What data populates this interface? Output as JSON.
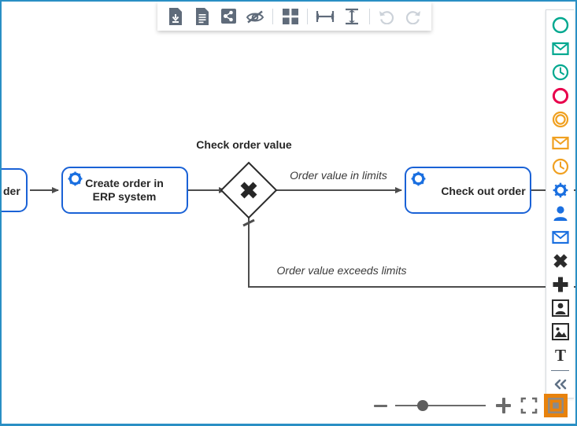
{
  "app": {
    "accent_border_color": "#2a8fc4",
    "canvas_background": "#ffffff"
  },
  "toolbar": {
    "buttons": [
      {
        "name": "download-file-icon",
        "title": "Download diagram"
      },
      {
        "name": "document-icon",
        "title": "New / file"
      },
      {
        "name": "share-icon",
        "title": "Share"
      },
      {
        "name": "eye-off-icon",
        "title": "Hide details"
      },
      {
        "name": "grid-icon",
        "title": "Toggle grid"
      },
      {
        "name": "distribute-horizontal-icon",
        "title": "Distribute horizontally"
      },
      {
        "name": "align-vertical-icon",
        "title": "Align vertically"
      },
      {
        "name": "undo-icon",
        "title": "Undo",
        "disabled": true
      },
      {
        "name": "redo-icon",
        "title": "Redo",
        "disabled": true
      }
    ]
  },
  "diagram": {
    "type": "bpmn",
    "elements": [
      {
        "kind": "service-task",
        "name": "task-incoming-partial",
        "label": "der",
        "clipped": true
      },
      {
        "kind": "service-task",
        "name": "task-create-order",
        "label_line1": "Create order in",
        "label_line2": "ERP system"
      },
      {
        "kind": "exclusive-gateway",
        "name": "gateway-check-order-value",
        "label": "Check order value"
      },
      {
        "kind": "service-task",
        "name": "task-check-out-order",
        "label": "Check out order"
      }
    ],
    "flows": [
      {
        "name": "flow-order-value-in-limits",
        "label": "Order value in limits"
      },
      {
        "name": "flow-order-value-exceeds-limits",
        "label": "Order value exceeds limits"
      }
    ],
    "colors": {
      "task_stroke": "#1a62d6",
      "task_icon": "#1a6fe0",
      "connector": "#4d4d4d",
      "label_text": "#262626"
    }
  },
  "palette": {
    "items": [
      {
        "name": "start-event-icon",
        "label": "Start event",
        "color": "#00a88f"
      },
      {
        "name": "message-start-event-icon",
        "label": "Message start event",
        "color": "#00a88f"
      },
      {
        "name": "timer-start-event-icon",
        "label": "Timer start event",
        "color": "#00a88f"
      },
      {
        "name": "end-event-icon",
        "label": "End event",
        "color": "#e8004c"
      },
      {
        "name": "intermediate-event-icon",
        "label": "Intermediate event",
        "color": "#f0a020"
      },
      {
        "name": "message-intermediate-event-icon",
        "label": "Message intermediate event",
        "color": "#f0a020"
      },
      {
        "name": "timer-intermediate-event-icon",
        "label": "Timer intermediate event",
        "color": "#f0a020"
      },
      {
        "name": "service-task-icon",
        "label": "Service task",
        "color": "#1a6fe0"
      },
      {
        "name": "user-task-icon",
        "label": "User task",
        "color": "#1a6fe0"
      },
      {
        "name": "message-task-icon",
        "label": "Send task",
        "color": "#1a6fe0"
      },
      {
        "name": "exclusive-gateway-icon",
        "label": "Exclusive gateway",
        "color": "#2b2b2b"
      },
      {
        "name": "parallel-gateway-icon",
        "label": "Parallel gateway",
        "color": "#2b2b2b"
      },
      {
        "name": "participant-icon",
        "label": "Participant / pool",
        "color": "#2b2b2b"
      },
      {
        "name": "group-icon",
        "label": "Group",
        "color": "#2b2b2b"
      },
      {
        "name": "text-annotation-icon",
        "label": "Text annotation",
        "color": "#2b2b2b"
      },
      {
        "name": "collapse-palette-icon",
        "label": "Collapse",
        "color": "#5f7186"
      }
    ]
  },
  "zoom_controls": {
    "minus_label": "Zoom out",
    "plus_label": "Zoom in",
    "slider_value_percent": 30,
    "fullscreen_label": "Fit viewport",
    "reset_label": "Reset zoom",
    "active_button": "reset-zoom-button",
    "active_color": "#e8820c"
  }
}
